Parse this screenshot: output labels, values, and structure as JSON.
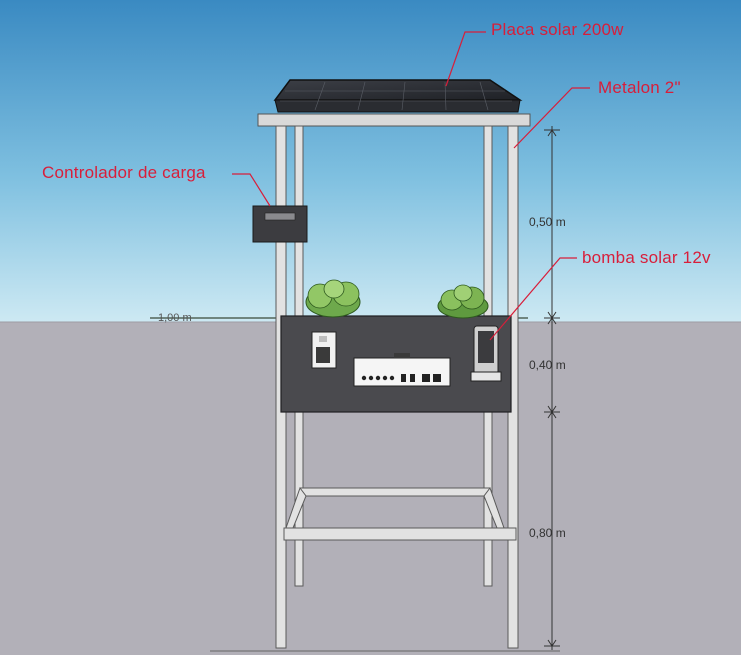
{
  "callouts": {
    "solar_panel": "Placa solar 200w",
    "frame": "Metalon 2\"",
    "charge_controller": "Controlador de carga",
    "solar_pump": "bomba solar 12v"
  },
  "dimensions": {
    "top_section": "0,50 m",
    "tank_section": "0,40 m",
    "base_section": "0,80 m",
    "reference_height": "1,00 m"
  },
  "colors": {
    "sky_top": "#3f8fc4",
    "sky_bottom": "#c7e6f2",
    "ground": "#b2b0b8",
    "callout_red": "#d81e3a",
    "frame_steel": "#dcdcdc",
    "tank_dark": "#4a4a4e"
  }
}
